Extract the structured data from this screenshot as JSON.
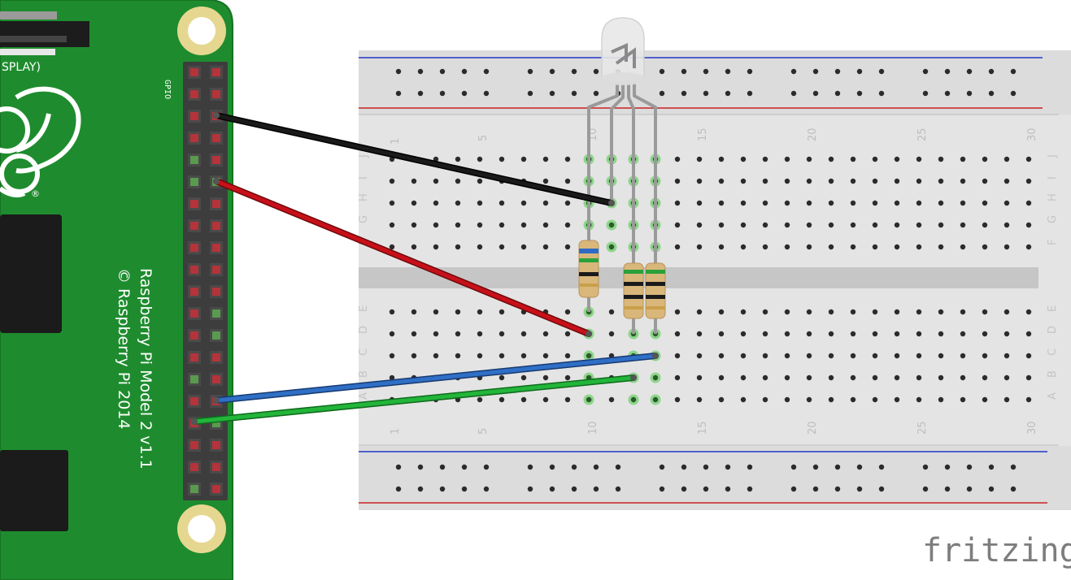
{
  "raspberry_pi": {
    "connector_label": "SPLAY)",
    "gpio_label": "GPIO",
    "trademark": "®",
    "model_line": "Raspberry Pi Model 2 v1.1",
    "copyright_line": "© Raspberry Pi 2014"
  },
  "breadboard": {
    "column_numbers": [
      "1",
      "5",
      "10",
      "15",
      "20",
      "25",
      "30"
    ],
    "top_row_letters": [
      "J",
      "I",
      "H",
      "G",
      "F"
    ],
    "bottom_row_letters": [
      "E",
      "D",
      "C",
      "B",
      "A"
    ]
  },
  "components": {
    "led": "rgb-led-common-cathode",
    "resistors": 3
  },
  "wires": [
    {
      "color": "#1a1a1a",
      "name": "black"
    },
    {
      "color": "#c8101a",
      "name": "red"
    },
    {
      "color": "#2f6fc6",
      "name": "blue"
    },
    {
      "color": "#22b53a",
      "name": "green"
    }
  ],
  "brand": "fritzing"
}
